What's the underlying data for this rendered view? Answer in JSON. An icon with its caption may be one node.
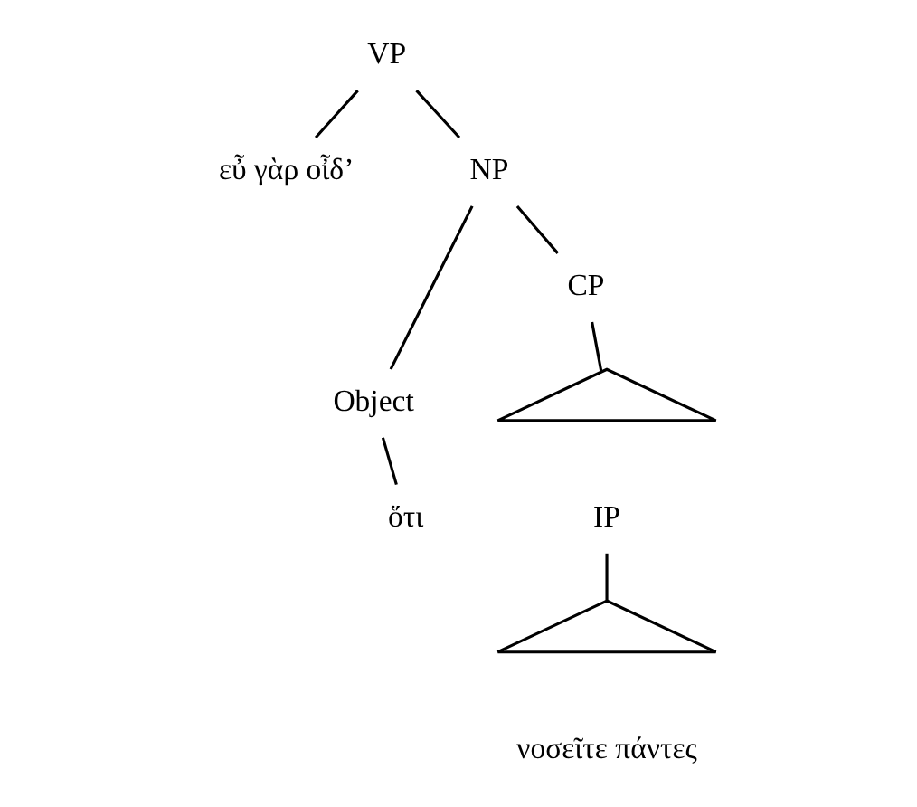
{
  "diagram": {
    "nodes": [
      {
        "text": [
          "VP"
        ]
      },
      {
        "text": [
          "εὖ γὰρ οἶδ’"
        ]
      },
      {
        "text": [
          "NP"
        ]
      },
      {
        "text": [
          "Object"
        ]
      },
      {
        "text": [
          "CP"
        ]
      },
      {
        "text": [],
        "shape": "triangle"
      },
      {
        "text": [
          "ὅτι"
        ]
      },
      {
        "text": [
          "IP"
        ]
      },
      {
        "text": [],
        "shape": "triangle"
      },
      {
        "text": [
          "νοσεῖτε πάντες"
        ]
      }
    ],
    "edges": [
      {
        "from": 0,
        "to": 1,
        "arrow": "none"
      },
      {
        "from": 0,
        "to": 2,
        "arrow": "none"
      },
      {
        "from": 2,
        "to": 3,
        "arrow": "none"
      },
      {
        "from": 2,
        "to": 4,
        "arrow": "none"
      },
      {
        "from": 4,
        "to": 5,
        "arrow": "none"
      },
      {
        "from": 7,
        "to": 8,
        "arrow": "none"
      },
      {
        "from": 3,
        "to": 6,
        "arrow": "none"
      }
    ]
  }
}
